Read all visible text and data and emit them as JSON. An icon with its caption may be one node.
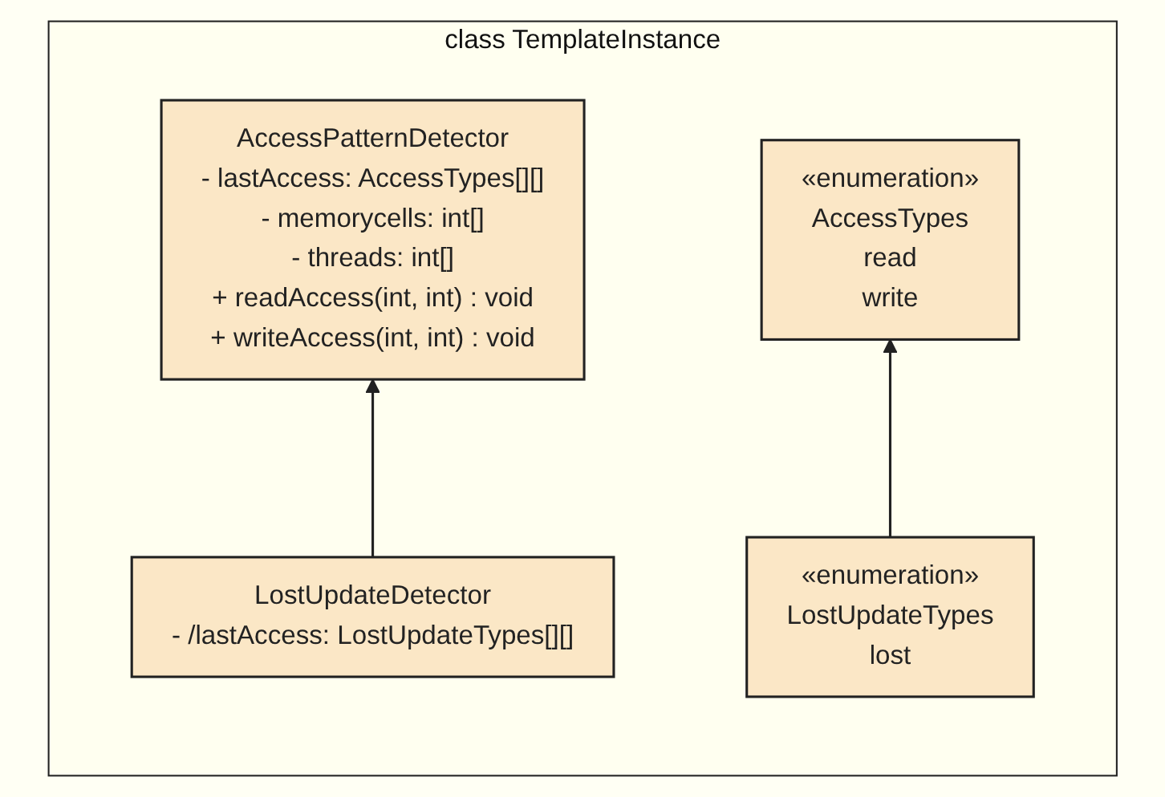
{
  "diagram": {
    "nodes": [
      {
        "text": [
          "class TemplateInstance"
        ]
      },
      {
        "text": [
          "AccessPatternDetector",
          "- lastAccess: AccessTypes[][]",
          "- memorycells: int[]",
          "- threads: int[]",
          "+ readAccess(int, int) : void",
          "+ writeAccess(int, int) : void"
        ],
        "in": 0
      },
      {
        "text": [
          "«enumeration»",
          "AccessTypes",
          "read",
          "write"
        ],
        "in": 0
      },
      {
        "text": [
          "LostUpdateDetector",
          "- /lastAccess: LostUpdateTypes[][]"
        ],
        "in": 0
      },
      {
        "text": [
          "«enumeration»",
          "LostUpdateTypes",
          "lost"
        ],
        "in": 0
      }
    ],
    "edges": [
      {
        "from": 3,
        "to": 1,
        "arrow": "to"
      },
      {
        "from": 4,
        "to": 2,
        "arrow": "to"
      }
    ]
  }
}
